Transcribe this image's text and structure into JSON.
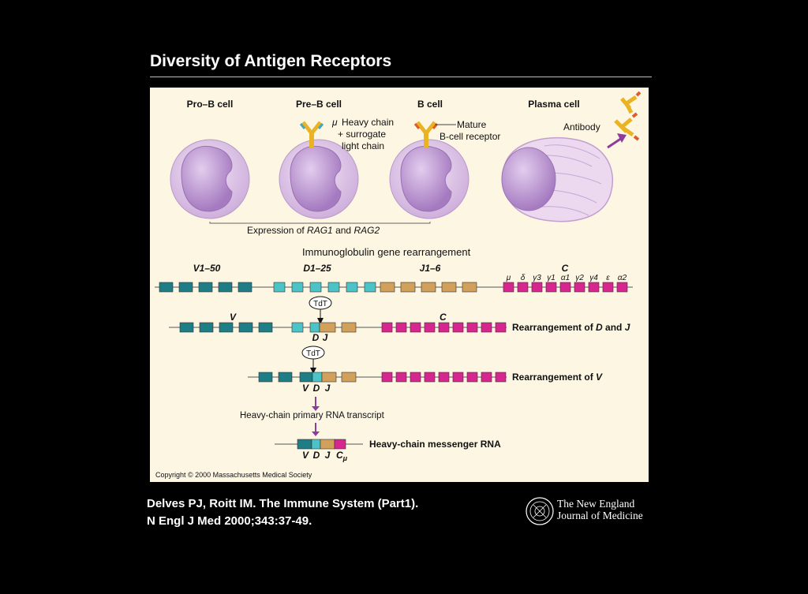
{
  "slide_title": "Diversity of Antigen Receptors",
  "cells": {
    "pro_b": "Pro–B cell",
    "pre_b": "Pre–B cell",
    "b": "B cell",
    "plasma": "Plasma cell"
  },
  "callouts": {
    "heavy_chain_mu": "μ",
    "heavy_chain": "Heavy chain",
    "surrogate": "+ surrogate",
    "light_chain": "light chain",
    "mature": "Mature",
    "bcr": "B-cell receptor",
    "antibody": "Antibody"
  },
  "rag_expression": {
    "prefix": "Expression of ",
    "gene1": "RAG1",
    "and": " and ",
    "gene2": "RAG2"
  },
  "gene_section_title": "Immunoglobulin gene rearrangement",
  "germline": {
    "v_label": "V1–50",
    "d_label": "D1–25",
    "j_label": "J1–6",
    "c_label": "C",
    "constant_genes": [
      "μ",
      "δ",
      "γ3",
      "γ1",
      "α1",
      "γ2",
      "γ4",
      "ε",
      "α2"
    ]
  },
  "dj_rearrangement": {
    "enzyme": "TdT",
    "v_label": "V",
    "c_label": "C",
    "d": "D",
    "j": "J",
    "caption_prefix": "Rearrangement of ",
    "caption_d": "D",
    "caption_and": " and ",
    "caption_j": "J"
  },
  "v_rearrangement": {
    "enzyme": "TdT",
    "v": "V",
    "d": "D",
    "j": "J",
    "caption_prefix": "Rearrangement of ",
    "caption_v": "V"
  },
  "transcript_label": "Heavy-chain primary RNA transcript",
  "mrna": {
    "v": "V",
    "d": "D",
    "j": "J",
    "c": "C",
    "c_sub": "μ",
    "caption": "Heavy-chain messenger RNA"
  },
  "copyright": "Copyright © 2000 Massachusetts Medical Society",
  "citation": {
    "line1": "Delves PJ, Roitt IM. The Immune System (Part1).",
    "line2": "N Engl J Med  2000;343:37-49."
  },
  "journal": {
    "line1": "The New England",
    "line2": "Journal of Medicine"
  },
  "colors": {
    "v_segment": "#1f7d86",
    "d_segment": "#4cc3c6",
    "j_segment": "#d1a05b",
    "c_segment": "#d7268d",
    "cell_body": "#dcc4e8",
    "nucleus": "#b58acb",
    "arrow": "#8e3c9c",
    "receptor": "#e9b324"
  }
}
